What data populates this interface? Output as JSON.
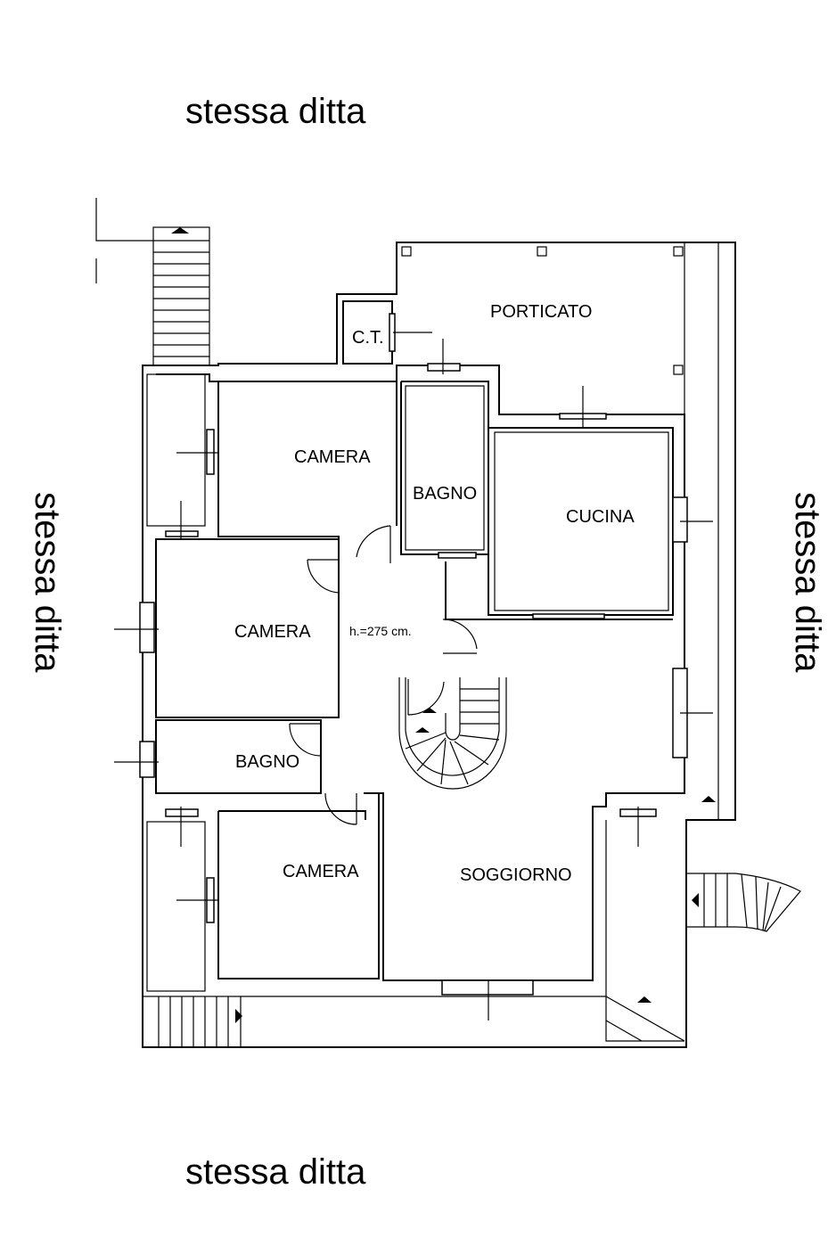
{
  "neighbors": {
    "top": "stessa ditta",
    "bottom": "stessa ditta",
    "left": "stessa ditta",
    "right": "stessa ditta"
  },
  "rooms": {
    "porticato": "PORTICATO",
    "ct": "C.T.",
    "camera_1": "CAMERA",
    "bagno_1": "BAGNO",
    "cucina": "CUCINA",
    "camera_2": "CAMERA",
    "bagno_2": "BAGNO",
    "camera_3": "CAMERA",
    "soggiorno": "SOGGIORNO"
  },
  "notes": {
    "ceiling_height": "h.=275 cm."
  }
}
